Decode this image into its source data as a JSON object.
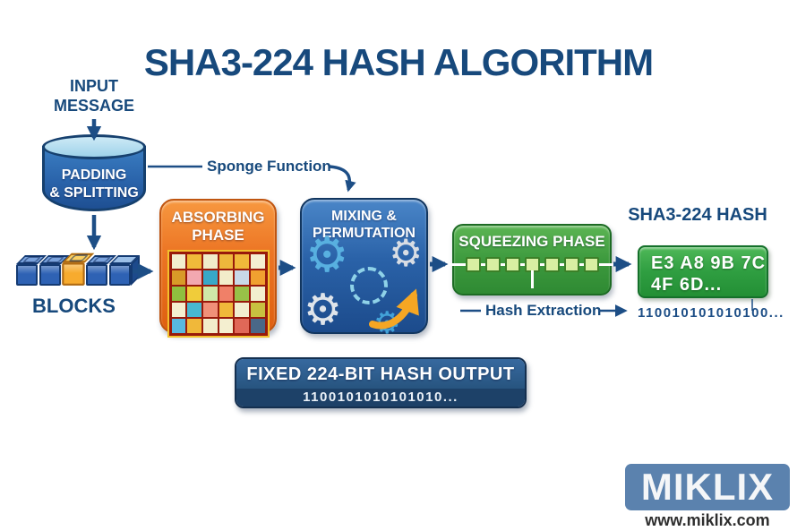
{
  "title": "SHA3-224 HASH ALGORITHM",
  "colors": {
    "navy_text": "#17497c",
    "arrow": "#1d4e86",
    "orange_box": "#e8701f",
    "blue_box": "#2a62a8",
    "green_box": "#3a9a3f",
    "hash_green": "#2f9e41",
    "output_navy": "#27547f",
    "brand_blue": "#5b82ae"
  },
  "input": {
    "line1": "INPUT",
    "line2": "MESSAGE"
  },
  "padding": {
    "line1": "PADDING",
    "line2": "& SPLITTING"
  },
  "sponge_label": "Sponge Function",
  "blocks": {
    "label": "BLOCKS",
    "cubes": [
      {
        "front": "#2e62b4",
        "top": "#7aa2dc",
        "border": "#143a72",
        "icon": true
      },
      {
        "front": "#2e62b4",
        "top": "#7aa2dc",
        "border": "#143a72",
        "icon": true
      },
      {
        "front": "#f7ab2e",
        "top": "#fbd062",
        "border": "#b06a10",
        "icon": true,
        "highlight": true
      },
      {
        "front": "#2e62b4",
        "top": "#7aa2dc",
        "border": "#143a72",
        "icon": true
      },
      {
        "front": "#2e62b4",
        "top": "#9cc0e8",
        "border": "#143a72",
        "icon": false,
        "side": "#1d4a8c"
      }
    ]
  },
  "absorbing": {
    "line1": "ABSORBING",
    "line2": "PHASE",
    "grid": [
      [
        "#f2edcf",
        "#f0bb3a",
        "#f0ecca",
        "#edb73c",
        "#f0b83a",
        "#f4efd2"
      ],
      [
        "#d89a28",
        "#f2a8b0",
        "#38a8c8",
        "#f2edca",
        "#c8d8e8",
        "#f0a030"
      ],
      [
        "#8fbf3f",
        "#f0cc3a",
        "#cfe8a8",
        "#f08068",
        "#98c048",
        "#f2eecf"
      ],
      [
        "#f4efd0",
        "#48b8d0",
        "#f09078",
        "#f0b83a",
        "#f2eed0",
        "#c8c040"
      ],
      [
        "#58b8e0",
        "#f0b83a",
        "#f2edca",
        "#f4efd0",
        "#e06858",
        "#4a6888"
      ]
    ]
  },
  "mixing": {
    "line1": "MIXING &",
    "line2": "PERMUTATION"
  },
  "squeezing": {
    "label": "SQUEEZING PHASE",
    "square_count": 7,
    "tail_index": 3
  },
  "hash_extraction_label": "Hash Extraction",
  "result": {
    "heading": "SHA3-224 HASH",
    "hex_line1": "E3 A8 9B 7C",
    "hex_line2": "4F 6D...",
    "binary": "110010101010100..."
  },
  "output_box": {
    "label": "FIXED 224-BIT HASH OUTPUT",
    "binary": "1100101010101010..."
  },
  "brand": {
    "logo": "MIKLIX",
    "url": "www.miklix.com"
  }
}
